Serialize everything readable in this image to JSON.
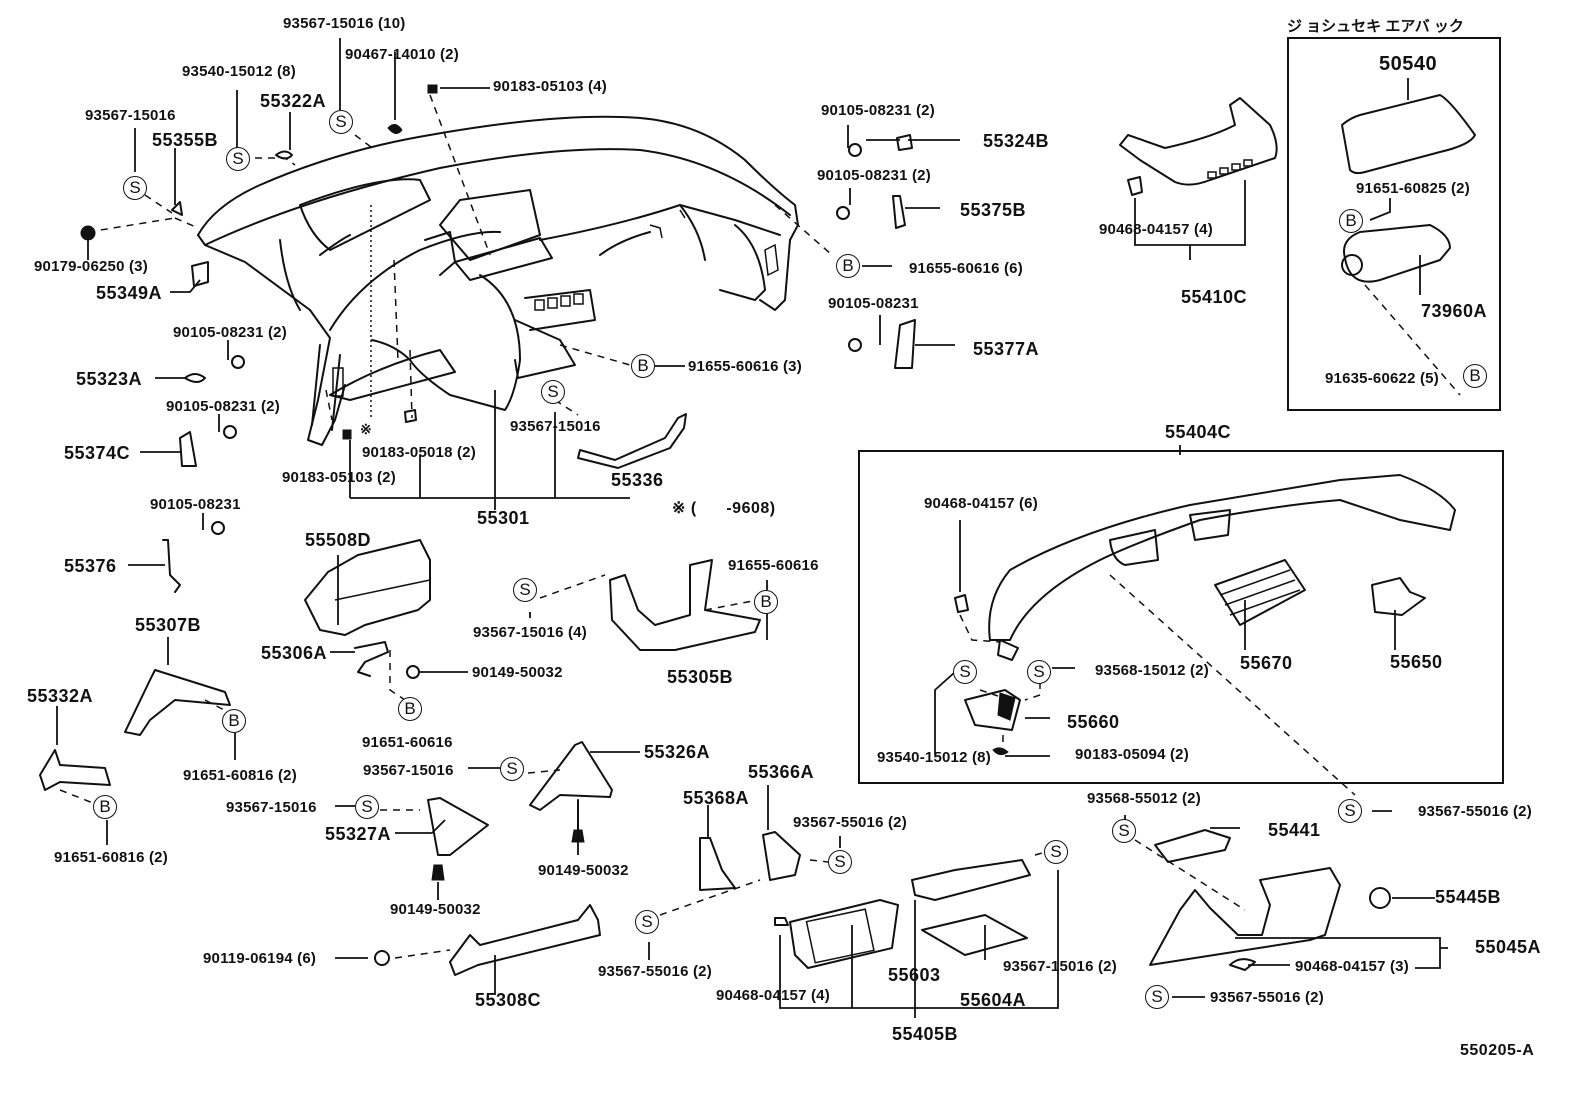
{
  "diagram": {
    "title_jp": "ジ ョシュセキ エアバ ック",
    "figure_code": "550205-A",
    "footnote": "※ (      -9608)",
    "footnote_marker": "※",
    "symbol_s": "S",
    "symbol_b": "B",
    "groups": {
      "airbag_box": "Passenger airbag (ジョシュセキ エアバック)",
      "panel_box": "55404C"
    },
    "labels": {
      "p93567_15016_10": "93567-15016 (10)",
      "p90467_14010_2": "90467-14010 (2)",
      "p93540_15012_8_top": "93540-15012 (8)",
      "p90183_05103_4": "90183-05103 (4)",
      "p93567_15016_a": "93567-15016",
      "p55322A": "55322A",
      "p55355B": "55355B",
      "p90179_06250_3": "90179-06250 (3)",
      "p55349A": "55349A",
      "p90105_08231_2_a": "90105-08231 (2)",
      "p55323A": "55323A",
      "p90105_08231_2_b": "90105-08231 (2)",
      "p55374C": "55374C",
      "p90183_05018_2": "90183-05018 (2)",
      "p90183_05103_2": "90183-05103 (2)",
      "p55301": "55301",
      "p93567_15016_b": "93567-15016",
      "p55336": "55336",
      "p91655_60616_3": "91655-60616 (3)",
      "p90105_08231_2_c": "90105-08231 (2)",
      "p55324B": "55324B",
      "p90105_08231_2_d": "90105-08231 (2)",
      "p55375B": "55375B",
      "p91655_60616_6": "91655-60616 (6)",
      "p90105_08231_a": "90105-08231",
      "p55377A": "55377A",
      "p90468_04157_4_a": "90468-04157 (4)",
      "p55410C": "55410C",
      "p50540": "50540",
      "p91651_60825_2": "91651-60825 (2)",
      "p73960A": "73960A",
      "p91635_60622_5": "91635-60622 (5)",
      "p90105_08231_b": "90105-08231",
      "p55376": "55376",
      "p55508D": "55508D",
      "p55306A": "55306A",
      "p90149_50032_a": "90149-50032",
      "p91651_60616": "91651-60616",
      "p55307B": "55307B",
      "p91651_60816_2_a": "91651-60816 (2)",
      "p55332A": "55332A",
      "p91651_60816_2_b": "91651-60816 (2)",
      "p91655_60616": "91655-60616",
      "p93567_15016_4": "93567-15016 (4)",
      "p55305B": "55305B",
      "p55404C": "55404C",
      "p90468_04157_6": "90468-04157 (6)",
      "p55670": "55670",
      "p55650": "55650",
      "p93568_15012_2": "93568-15012 (2)",
      "p55660": "55660",
      "p93540_15012_8_b": "93540-15012 (8)",
      "p90183_05094_2": "90183-05094 (2)",
      "p93567_55016_2_a": "93567-55016 (2)",
      "p55326A": "55326A",
      "p93567_15016_c": "93567-15016",
      "p93567_15016_d": "93567-15016",
      "p55327A": "55327A",
      "p90149_50032_b": "90149-50032",
      "p90149_50032_c": "90149-50032",
      "p55366A": "55366A",
      "p55368A": "55368A",
      "p93567_55016_2_b": "93567-55016 (2)",
      "p90119_06194_6": "90119-06194 (6)",
      "p55308C": "55308C",
      "p93567_55016_2_c": "93567-55016 (2)",
      "p90468_04157_4_b": "90468-04157 (4)",
      "p55603": "55603",
      "p55604A": "55604A",
      "p93567_15016_2": "93567-15016 (2)",
      "p55405B": "55405B",
      "p93568_55012_2": "93568-55012 (2)",
      "p55441": "55441",
      "p55445B": "55445B",
      "p55045A": "55045A",
      "p90468_04157_3": "90468-04157 (3)",
      "p93567_55016_2_d": "93567-55016 (2)"
    }
  }
}
